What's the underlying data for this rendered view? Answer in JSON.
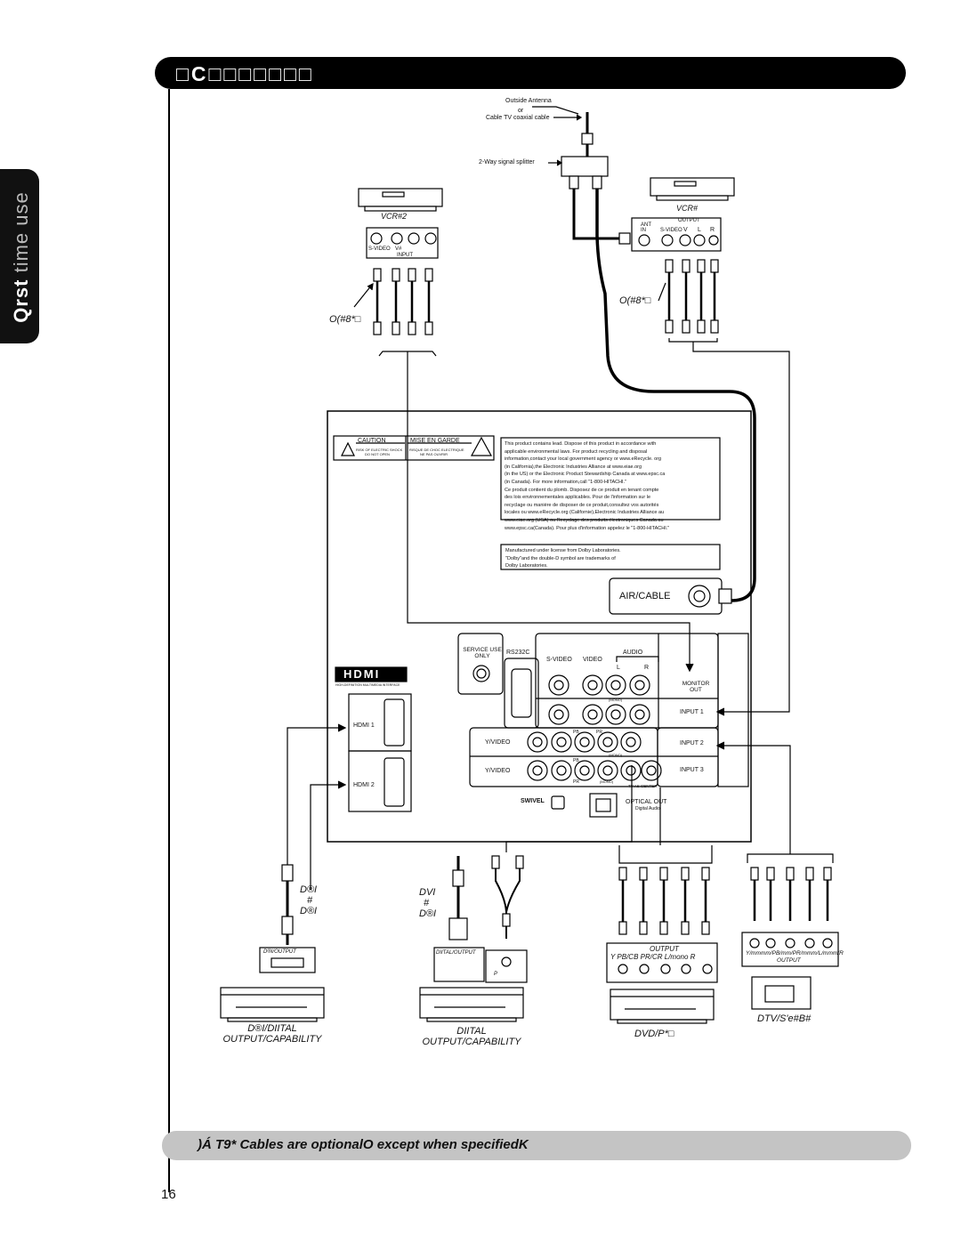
{
  "header": {
    "title": "□C□□□□□□□"
  },
  "side_tab": {
    "label_a": "Qrst",
    "label_b": "time use"
  },
  "antenna": {
    "line1": "Outside  Antenna",
    "line2": "or",
    "line3": "Cable TV coaxial cable",
    "splitter": "2-Way signal splitter"
  },
  "vcr2": {
    "name": "VCR#2",
    "svideo": "S-VIDEO",
    "va": "V#",
    "input": "INPUT",
    "cable": "O(#8*□"
  },
  "vcr1": {
    "name": "VCR#",
    "ant": "ANT",
    "in": "IN",
    "output": "OUTPUT",
    "svideo": "S-VIDEO",
    "v": "V",
    "l": "L",
    "r": "R",
    "cable": "O(#8*□"
  },
  "panel": {
    "caution": "CAUTION",
    "mise_en_garde": "MISE  EN  GARDE",
    "caution_sub1": "RISK OF ELECTRIC SHOCK",
    "caution_sub2": "DO NOT OPEN",
    "garde_sub1": "RISQUE DE CHOC ELECTRIQUE",
    "garde_sub2": "NE PAS OUVRIR",
    "lead_notice": [
      "This  product  contains  lead.  Dispose  of  this  product  in  accordance  with",
      "applicable  environmental  laws.  For  product  recycling  and  disposal",
      "information,contact  your  local  government  agency  or  www.eRecycle. org",
      "(in  California),the  Electronic  Industries  Alliance  at  www.eiae.org",
      "(in  the  US)  or  the  Electronic  Product  Stewardship  Canada  at  www.epsc.ca",
      "(in  Canada).  For  more  information,call  \"1-800-HITACHI.\"",
      "Ce  produit  contient  du  plomb.  Disposez  de  ce  produit  en  tenant  compte",
      "des  lois  environnementales  applicables.  Pour  de  l'information  sur  le",
      "recyclage  ou  manière  de  disposer  de  ce  produit,consultez  vos  autorités",
      "locales  ou  www.eRecycle.org  (Californie),Electronic  Industries  Alliance  au",
      "www.eiae.org  (USA)  ou  Recyclage  des  produits  électroniques  Canada  au",
      "www.epsc.ca(Canada).  Pour  plus  d'information  appelez  le  \"1-800-HITACHI.\""
    ],
    "dolby_notice": [
      "Manufactured  under  license  from  Dolby  Laboratories.",
      "\"Dolby\"and  the  double-D  symbol  are  trademarks  of",
      "Dolby  Laboratories."
    ],
    "air_cable": "AIR/CABLE",
    "service_use_only": "SERVICE USE  ONLY",
    "rs232c": "RS232C",
    "hdmi_logo": "HDMI",
    "hdmi_sub": "HIGH-DEFINITION MULTIMEDIA INTERFACE",
    "hdmi1": "HDMI  1",
    "hdmi2": "HDMI  2",
    "svideo": "S-VIDEO",
    "video": "VIDEO",
    "audio": "AUDIO",
    "l": "L",
    "r": "R",
    "mono": "(MONO)",
    "pb": "PB",
    "pr": "PR",
    "yvideo": "Y/VIDEO",
    "monitor_out": "MONITOR OUT",
    "input1": "INPUT  1",
    "input2": "INPUT  2",
    "input3": "INPUT  3",
    "tv_as_center": "TV  AS  CENTER",
    "swivel": "SWIVEL",
    "optical_out": "OPTICAL  OUT",
    "digital_audio": "Digital  Audio"
  },
  "devices": {
    "hdmi_dev": {
      "cable1": "D®I",
      "cable2": "#",
      "cable3": "D®I",
      "port": "D®I/OUTPUT",
      "name1": "D®I/DIITAL",
      "name2": "OUTPUT/CAPABILITY"
    },
    "dvi_dev": {
      "cable1": "DVI",
      "cable2": "#",
      "cable3": "D®I",
      "port": "DIITAL/OUTPUT",
      "audio": "P",
      "name1": "DIITAL",
      "name2": "OUTPUT/CAPABILITY"
    },
    "dvd_dev": {
      "output": "OUTPUT",
      "ports": "Y    PB/CB  PR/CR  L/mono  R",
      "name": "DVD/P*□"
    },
    "dtv_dev": {
      "ports": "Y/mmmm/PB/mm/PR/mmm/L/mmm/R",
      "output": "OUTPUT",
      "name": "DTV/S'e#B#"
    }
  },
  "note": {
    "text": ")Á T9*  Cables are optionalO except when specifiedK"
  },
  "page_number": "16"
}
